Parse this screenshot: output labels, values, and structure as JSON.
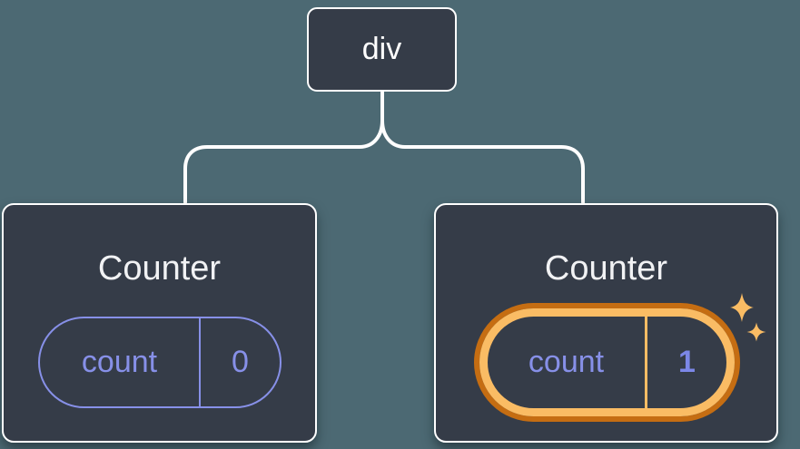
{
  "diagram": {
    "root": {
      "label": "div"
    },
    "children": [
      {
        "title": "Counter",
        "state": {
          "name": "count",
          "value": "0"
        },
        "highlighted": false
      },
      {
        "title": "Counter",
        "state": {
          "name": "count",
          "value": "1"
        },
        "highlighted": true
      }
    ]
  },
  "icons": {
    "sparkles": "✦✦"
  },
  "colors": {
    "background": "#4c6973",
    "card_fill": "#353c48",
    "card_border": "#ffffff",
    "line": "#ffffff",
    "root_text": "#ffffff",
    "title_text": "#f1f2f4",
    "purple": "#8790e8",
    "purple_bold": "#7c87e8",
    "orange_dark": "#c56d12",
    "orange_light": "#fabc64"
  }
}
